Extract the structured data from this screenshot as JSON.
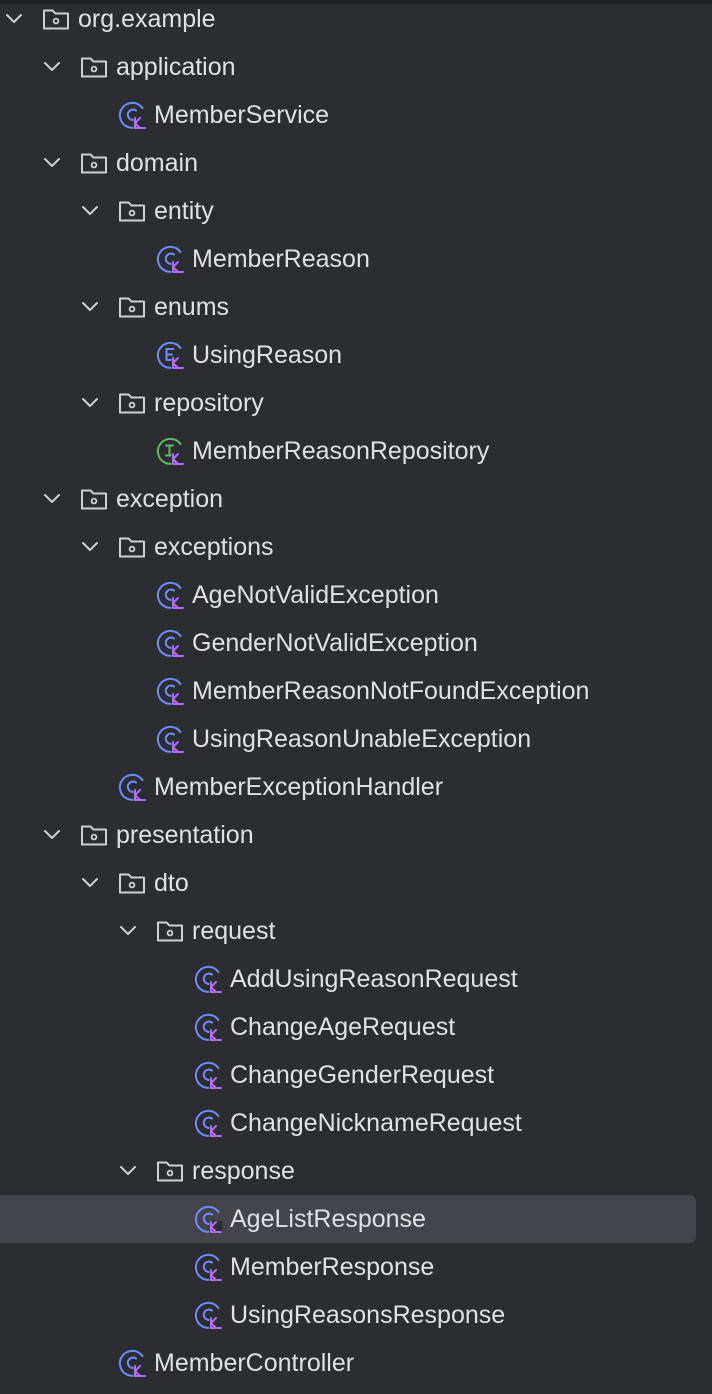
{
  "tree": [
    {
      "label": "org.example",
      "kind": "package",
      "depth": 0,
      "expanded": true
    },
    {
      "label": "application",
      "kind": "package",
      "depth": 1,
      "expanded": true
    },
    {
      "label": "MemberService",
      "kind": "class",
      "depth": 2
    },
    {
      "label": "domain",
      "kind": "package",
      "depth": 1,
      "expanded": true
    },
    {
      "label": "entity",
      "kind": "package",
      "depth": 2,
      "expanded": true
    },
    {
      "label": "MemberReason",
      "kind": "class",
      "depth": 3
    },
    {
      "label": "enums",
      "kind": "package",
      "depth": 2,
      "expanded": true
    },
    {
      "label": "UsingReason",
      "kind": "enum",
      "depth": 3
    },
    {
      "label": "repository",
      "kind": "package",
      "depth": 2,
      "expanded": true
    },
    {
      "label": "MemberReasonRepository",
      "kind": "interface",
      "depth": 3
    },
    {
      "label": "exception",
      "kind": "package",
      "depth": 1,
      "expanded": true
    },
    {
      "label": "exceptions",
      "kind": "package",
      "depth": 2,
      "expanded": true
    },
    {
      "label": "AgeNotValidException",
      "kind": "class",
      "depth": 3
    },
    {
      "label": "GenderNotValidException",
      "kind": "class",
      "depth": 3
    },
    {
      "label": "MemberReasonNotFoundException",
      "kind": "class",
      "depth": 3
    },
    {
      "label": "UsingReasonUnableException",
      "kind": "class",
      "depth": 3
    },
    {
      "label": "MemberExceptionHandler",
      "kind": "class",
      "depth": 2
    },
    {
      "label": "presentation",
      "kind": "package",
      "depth": 1,
      "expanded": true
    },
    {
      "label": "dto",
      "kind": "package",
      "depth": 2,
      "expanded": true
    },
    {
      "label": "request",
      "kind": "package",
      "depth": 3,
      "expanded": true
    },
    {
      "label": "AddUsingReasonRequest",
      "kind": "class",
      "depth": 4
    },
    {
      "label": "ChangeAgeRequest",
      "kind": "class",
      "depth": 4
    },
    {
      "label": "ChangeGenderRequest",
      "kind": "class",
      "depth": 4
    },
    {
      "label": "ChangeNicknameRequest",
      "kind": "class",
      "depth": 4
    },
    {
      "label": "response",
      "kind": "package",
      "depth": 3,
      "expanded": true
    },
    {
      "label": "AgeListResponse",
      "kind": "class",
      "depth": 4,
      "selected": true
    },
    {
      "label": "MemberResponse",
      "kind": "class",
      "depth": 4
    },
    {
      "label": "UsingReasonsResponse",
      "kind": "class",
      "depth": 4
    },
    {
      "label": "MemberController",
      "kind": "class",
      "depth": 2
    }
  ],
  "colors": {
    "background": "#2b2d30",
    "selection": "#43454a",
    "text": "#dfe1e5",
    "chevron": "#cfd1d6",
    "folder": "#ced0d6",
    "class_icon": "#6b8dfb",
    "interface_icon": "#5fb865",
    "kotlin_mark": "#b46bff"
  }
}
